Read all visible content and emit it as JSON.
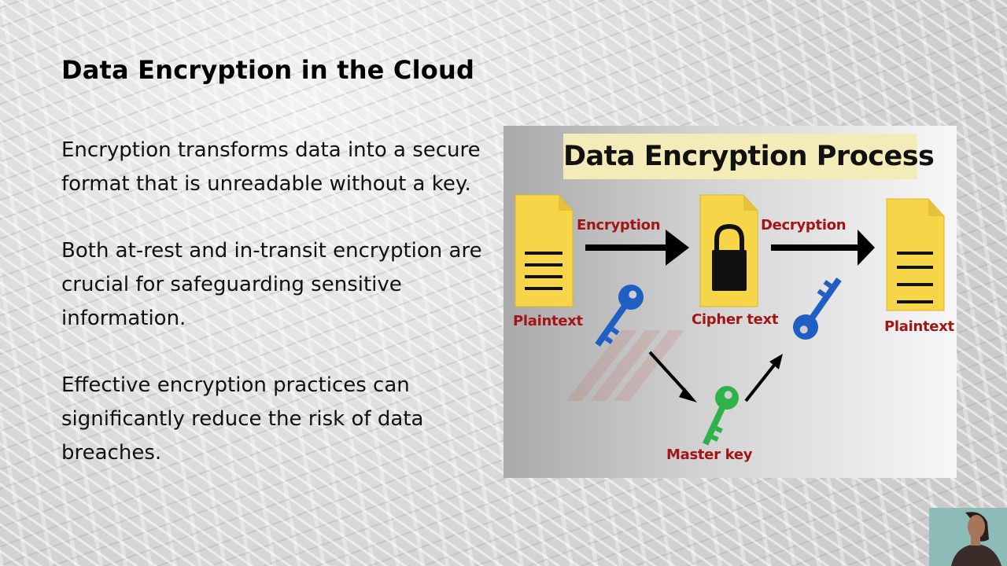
{
  "slide": {
    "title": "Data Encryption in the Cloud",
    "bullets": [
      "Encryption transforms data into a secure format that is unreadable without a key.",
      "Both at-rest and in-transit encryption are crucial for safeguarding sensitive information.",
      "Effective encryption practices can significantly reduce the risk of data breaches."
    ]
  },
  "diagram": {
    "title": "Data Encryption Process",
    "labels": {
      "plaintext_left": "Plaintext",
      "encryption": "Encryption",
      "cipher_text": "Cipher text",
      "decryption": "Decryption",
      "plaintext_right": "Plaintext",
      "master_key": "Master key"
    },
    "colors": {
      "document": "#f7d548",
      "label_red": "#a31515",
      "key_blue": "#1f5fc4",
      "key_green": "#2fb24a",
      "title_bg": "#f4ecb8"
    }
  },
  "presenter": {
    "icon": "person-icon"
  }
}
